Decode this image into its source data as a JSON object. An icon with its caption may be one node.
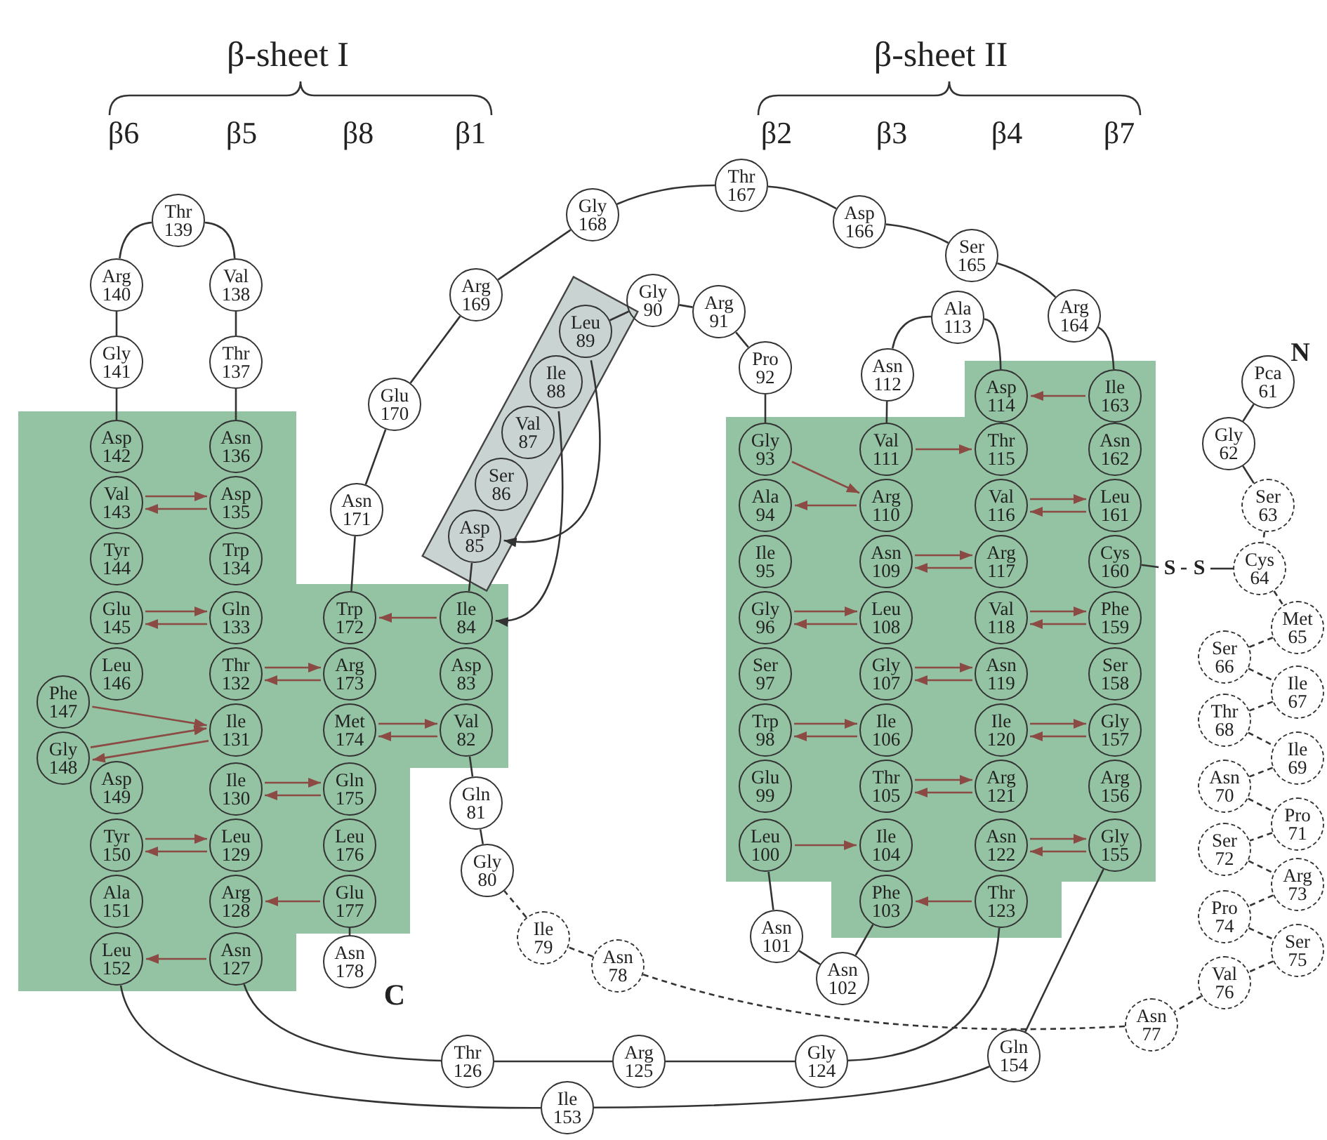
{
  "diagram": {
    "nodes": [
      {
        "text": [
          "Pca 61"
        ]
      },
      {
        "text": [
          "Gly 62"
        ]
      },
      {
        "text": [
          "Ser 63"
        ]
      },
      {
        "text": [
          "Cys 64"
        ]
      },
      {
        "text": [
          "Met 65"
        ]
      },
      {
        "text": [
          "Ser 66"
        ]
      },
      {
        "text": [
          "Ile 67"
        ]
      },
      {
        "text": [
          "Thr 68"
        ]
      },
      {
        "text": [
          "Ile 69"
        ]
      },
      {
        "text": [
          "Asn 70"
        ]
      },
      {
        "text": [
          "Pro 71"
        ]
      },
      {
        "text": [
          "Ser 72"
        ]
      },
      {
        "text": [
          "Arg 73"
        ]
      },
      {
        "text": [
          "Pro 74"
        ]
      },
      {
        "text": [
          "Ser 75"
        ]
      },
      {
        "text": [
          "Val 76"
        ]
      },
      {
        "text": [
          "Asn 77"
        ]
      },
      {
        "text": [
          "Asn 78"
        ]
      },
      {
        "text": [
          "Ile 79"
        ]
      },
      {
        "text": [
          "Gly 80"
        ]
      },
      {
        "text": [
          "Gln 81"
        ]
      },
      {
        "text": [
          "Val 82"
        ]
      },
      {
        "text": [
          "Asp 83"
        ]
      },
      {
        "text": [
          "Ile 84"
        ]
      },
      {
        "text": [
          "Asp 85"
        ]
      },
      {
        "text": [
          "Ser 86"
        ]
      },
      {
        "text": [
          "Val 87"
        ]
      },
      {
        "text": [
          "Ile 88"
        ]
      },
      {
        "text": [
          "Leu 89"
        ]
      },
      {
        "text": [
          "Gly 90"
        ]
      },
      {
        "text": [
          "Arg 91"
        ]
      },
      {
        "text": [
          "Pro 92"
        ]
      },
      {
        "text": [
          "Gly 93"
        ]
      },
      {
        "text": [
          "Ala 94"
        ]
      },
      {
        "text": [
          "Ile 95"
        ]
      },
      {
        "text": [
          "Gly 96"
        ]
      },
      {
        "text": [
          "Ser 97"
        ]
      },
      {
        "text": [
          "Trp 98"
        ]
      },
      {
        "text": [
          "Glu 99"
        ]
      },
      {
        "text": [
          "Leu 100"
        ]
      },
      {
        "text": [
          "Asn 101"
        ]
      },
      {
        "text": [
          "Asn 102"
        ]
      },
      {
        "text": [
          "Phe 103"
        ]
      },
      {
        "text": [
          "Ile 104"
        ]
      },
      {
        "text": [
          "Thr 105"
        ]
      },
      {
        "text": [
          "Ile 106"
        ]
      },
      {
        "text": [
          "Gly 107"
        ]
      },
      {
        "text": [
          "Leu 108"
        ]
      },
      {
        "text": [
          "Asn 109"
        ]
      },
      {
        "text": [
          "Arg 110"
        ]
      },
      {
        "text": [
          "Val 111"
        ]
      },
      {
        "text": [
          "Asn 112"
        ]
      },
      {
        "text": [
          "Ala 113"
        ]
      },
      {
        "text": [
          "Asp 114"
        ]
      },
      {
        "text": [
          "Thr 115"
        ]
      },
      {
        "text": [
          "Val 116"
        ]
      },
      {
        "text": [
          "Arg 117"
        ]
      },
      {
        "text": [
          "Val 118"
        ]
      },
      {
        "text": [
          "Asn 119"
        ]
      },
      {
        "text": [
          "Ile 120"
        ]
      },
      {
        "text": [
          "Arg 121"
        ]
      },
      {
        "text": [
          "Asn 122"
        ]
      },
      {
        "text": [
          "Thr 123"
        ]
      },
      {
        "text": [
          "Gly 124"
        ]
      },
      {
        "text": [
          "Arg 125"
        ]
      },
      {
        "text": [
          "Thr 126"
        ]
      },
      {
        "text": [
          "Asn 127"
        ]
      },
      {
        "text": [
          "Arg 128"
        ]
      },
      {
        "text": [
          "Leu 129"
        ]
      },
      {
        "text": [
          "Ile 130"
        ]
      },
      {
        "text": [
          "Ile 131"
        ]
      },
      {
        "text": [
          "Thr 132"
        ]
      },
      {
        "text": [
          "Gln 133"
        ]
      },
      {
        "text": [
          "Trp 134"
        ]
      },
      {
        "text": [
          "Asp 135"
        ]
      },
      {
        "text": [
          "Asn 136"
        ]
      },
      {
        "text": [
          "Thr 137"
        ]
      },
      {
        "text": [
          "Val 138"
        ]
      },
      {
        "text": [
          "Thr 139"
        ]
      },
      {
        "text": [
          "Arg 140"
        ]
      },
      {
        "text": [
          "Gly 141"
        ]
      },
      {
        "text": [
          "Asp 142"
        ]
      },
      {
        "text": [
          "Val 143"
        ]
      },
      {
        "text": [
          "Tyr 144"
        ]
      },
      {
        "text": [
          "Glu 145"
        ]
      },
      {
        "text": [
          "Leu 146"
        ]
      },
      {
        "text": [
          "Phe 147"
        ]
      },
      {
        "text": [
          "Gly 148"
        ]
      },
      {
        "text": [
          "Asp 149"
        ]
      },
      {
        "text": [
          "Tyr 150"
        ]
      },
      {
        "text": [
          "Ala 151"
        ]
      },
      {
        "text": [
          "Leu 152"
        ]
      },
      {
        "text": [
          "Ile 153"
        ]
      },
      {
        "text": [
          "Gln 154"
        ]
      },
      {
        "text": [
          "Gly 155"
        ]
      },
      {
        "text": [
          "Arg 156"
        ]
      },
      {
        "text": [
          "Gly 157"
        ]
      },
      {
        "text": [
          "Ser 158"
        ]
      },
      {
        "text": [
          "Phe 159"
        ]
      },
      {
        "text": [
          "Cys 160"
        ]
      },
      {
        "text": [
          "Leu 161"
        ]
      },
      {
        "text": [
          "Asn 162"
        ]
      },
      {
        "text": [
          "Ile 163"
        ]
      },
      {
        "text": [
          "Arg 164"
        ]
      },
      {
        "text": [
          "Ser 165"
        ]
      },
      {
        "text": [
          "Asp 166"
        ]
      },
      {
        "text": [
          "Thr 167"
        ]
      },
      {
        "text": [
          "Gly 168"
        ]
      },
      {
        "text": [
          "Arg 169"
        ]
      },
      {
        "text": [
          "Glu 170"
        ]
      },
      {
        "text": [
          "Asn 171"
        ]
      },
      {
        "text": [
          "Trp 172"
        ]
      },
      {
        "text": [
          "Arg 173"
        ]
      },
      {
        "text": [
          "Met 174"
        ]
      },
      {
        "text": [
          "Gln 175"
        ]
      },
      {
        "text": [
          "Leu 176"
        ]
      },
      {
        "text": [
          "Glu 177"
        ]
      },
      {
        "text": [
          "Asn 178"
        ]
      },
      {
        "text": [
          "S"
        ]
      },
      {
        "text": [
          "S"
        ]
      }
    ],
    "edges": [
      {
        "from": 0,
        "to": 1,
        "arrow": "none"
      },
      {
        "from": 1,
        "to": 2,
        "arrow": "none"
      },
      {
        "from": 2,
        "to": 3,
        "arrow": "none",
        "style": "dashed"
      },
      {
        "from": 3,
        "to": 4,
        "arrow": "none",
        "style": "dashed"
      },
      {
        "from": 4,
        "to": 5,
        "arrow": "none",
        "style": "dashed"
      },
      {
        "from": 5,
        "to": 6,
        "arrow": "none",
        "style": "dashed"
      },
      {
        "from": 6,
        "to": 7,
        "arrow": "none",
        "style": "dashed"
      },
      {
        "from": 7,
        "to": 8,
        "arrow": "none",
        "style": "dashed"
      },
      {
        "from": 8,
        "to": 9,
        "arrow": "none",
        "style": "dashed"
      },
      {
        "from": 9,
        "to": 10,
        "arrow": "none",
        "style": "dashed"
      },
      {
        "from": 10,
        "to": 11,
        "arrow": "none",
        "style": "dashed"
      },
      {
        "from": 11,
        "to": 12,
        "arrow": "none",
        "style": "dashed"
      },
      {
        "from": 12,
        "to": 13,
        "arrow": "none",
        "style": "dashed"
      },
      {
        "from": 13,
        "to": 14,
        "arrow": "none",
        "style": "dashed"
      },
      {
        "from": 14,
        "to": 15,
        "arrow": "none",
        "style": "dashed"
      },
      {
        "from": 15,
        "to": 16,
        "arrow": "none",
        "style": "dashed"
      },
      {
        "from": 16,
        "to": 17,
        "arrow": "none",
        "style": "dashed"
      },
      {
        "from": 17,
        "to": 18,
        "arrow": "none",
        "style": "dashed"
      },
      {
        "from": 18,
        "to": 19,
        "arrow": "none",
        "style": "dashed"
      },
      {
        "from": 19,
        "to": 20,
        "arrow": "none"
      },
      {
        "from": 20,
        "to": 21,
        "arrow": "none"
      },
      {
        "from": 23,
        "to": 24,
        "arrow": "none"
      },
      {
        "from": 28,
        "to": 29,
        "arrow": "none"
      },
      {
        "from": 29,
        "to": 30,
        "arrow": "none"
      },
      {
        "from": 30,
        "to": 31,
        "arrow": "none"
      },
      {
        "from": 31,
        "to": 32,
        "arrow": "none"
      },
      {
        "from": 39,
        "to": 40,
        "arrow": "none"
      },
      {
        "from": 40,
        "to": 41,
        "arrow": "none"
      },
      {
        "from": 41,
        "to": 42,
        "arrow": "none"
      },
      {
        "from": 50,
        "to": 51,
        "arrow": "none"
      },
      {
        "from": 51,
        "to": 52,
        "arrow": "none"
      },
      {
        "from": 52,
        "to": 53,
        "arrow": "none"
      },
      {
        "from": 62,
        "to": 63,
        "arrow": "none"
      },
      {
        "from": 63,
        "to": 64,
        "arrow": "none"
      },
      {
        "from": 64,
        "to": 65,
        "arrow": "none"
      },
      {
        "from": 65,
        "to": 66,
        "arrow": "none"
      },
      {
        "from": 75,
        "to": 76,
        "arrow": "none"
      },
      {
        "from": 76,
        "to": 77,
        "arrow": "none"
      },
      {
        "from": 77,
        "to": 78,
        "arrow": "none"
      },
      {
        "from": 78,
        "to": 79,
        "arrow": "none"
      },
      {
        "from": 79,
        "to": 80,
        "arrow": "none"
      },
      {
        "from": 80,
        "to": 81,
        "arrow": "none"
      },
      {
        "from": 91,
        "to": 92,
        "arrow": "none"
      },
      {
        "from": 92,
        "to": 93,
        "arrow": "none"
      },
      {
        "from": 93,
        "to": 94,
        "arrow": "none"
      },
      {
        "from": 102,
        "to": 103,
        "arrow": "none"
      },
      {
        "from": 103,
        "to": 104,
        "arrow": "none"
      },
      {
        "from": 104,
        "to": 105,
        "arrow": "none"
      },
      {
        "from": 105,
        "to": 106,
        "arrow": "none"
      },
      {
        "from": 106,
        "to": 107,
        "arrow": "none"
      },
      {
        "from": 107,
        "to": 108,
        "arrow": "none"
      },
      {
        "from": 108,
        "to": 109,
        "arrow": "none"
      },
      {
        "from": 109,
        "to": 110,
        "arrow": "none"
      },
      {
        "from": 110,
        "to": 111,
        "arrow": "none"
      },
      {
        "from": 116,
        "to": 117,
        "arrow": "none"
      },
      {
        "from": 82,
        "to": 74,
        "arrow": "to",
        "color": "#8c4a45"
      },
      {
        "from": 74,
        "to": 82,
        "arrow": "to",
        "color": "#8c4a45"
      },
      {
        "from": 84,
        "to": 72,
        "arrow": "to",
        "color": "#8c4a45"
      },
      {
        "from": 72,
        "to": 84,
        "arrow": "to",
        "color": "#8c4a45"
      },
      {
        "from": 71,
        "to": 112,
        "arrow": "to",
        "color": "#8c4a45"
      },
      {
        "from": 112,
        "to": 71,
        "arrow": "to",
        "color": "#8c4a45"
      },
      {
        "from": 86,
        "to": 70,
        "arrow": "to",
        "color": "#8c4a45"
      },
      {
        "from": 87,
        "to": 70,
        "arrow": "to",
        "color": "#8c4a45"
      },
      {
        "from": 70,
        "to": 87,
        "arrow": "to",
        "color": "#8c4a45"
      },
      {
        "from": 69,
        "to": 114,
        "arrow": "to",
        "color": "#8c4a45"
      },
      {
        "from": 114,
        "to": 69,
        "arrow": "to",
        "color": "#8c4a45"
      },
      {
        "from": 89,
        "to": 68,
        "arrow": "to",
        "color": "#8c4a45"
      },
      {
        "from": 68,
        "to": 89,
        "arrow": "to",
        "color": "#8c4a45"
      },
      {
        "from": 116,
        "to": 67,
        "arrow": "to",
        "color": "#8c4a45"
      },
      {
        "from": 66,
        "to": 91,
        "arrow": "to",
        "color": "#8c4a45"
      },
      {
        "from": 23,
        "to": 111,
        "arrow": "to",
        "color": "#8c4a45"
      },
      {
        "from": 113,
        "to": 21,
        "arrow": "to",
        "color": "#8c4a45"
      },
      {
        "from": 21,
        "to": 113,
        "arrow": "to",
        "color": "#8c4a45"
      },
      {
        "from": 32,
        "to": 49,
        "arrow": "to",
        "color": "#8c4a45"
      },
      {
        "from": 49,
        "to": 33,
        "arrow": "to",
        "color": "#8c4a45"
      },
      {
        "from": 50,
        "to": 54,
        "arrow": "to",
        "color": "#8c4a45"
      },
      {
        "from": 102,
        "to": 53,
        "arrow": "to",
        "color": "#8c4a45"
      },
      {
        "from": 55,
        "to": 100,
        "arrow": "to",
        "color": "#8c4a45"
      },
      {
        "from": 100,
        "to": 55,
        "arrow": "to",
        "color": "#8c4a45"
      },
      {
        "from": 48,
        "to": 56,
        "arrow": "to",
        "color": "#8c4a45"
      },
      {
        "from": 56,
        "to": 48,
        "arrow": "to",
        "color": "#8c4a45"
      },
      {
        "from": 35,
        "to": 47,
        "arrow": "to",
        "color": "#8c4a45"
      },
      {
        "from": 47,
        "to": 35,
        "arrow": "to",
        "color": "#8c4a45"
      },
      {
        "from": 57,
        "to": 98,
        "arrow": "to",
        "color": "#8c4a45"
      },
      {
        "from": 98,
        "to": 57,
        "arrow": "to",
        "color": "#8c4a45"
      },
      {
        "from": 46,
        "to": 58,
        "arrow": "to",
        "color": "#8c4a45"
      },
      {
        "from": 58,
        "to": 46,
        "arrow": "to",
        "color": "#8c4a45"
      },
      {
        "from": 37,
        "to": 45,
        "arrow": "to",
        "color": "#8c4a45"
      },
      {
        "from": 45,
        "to": 37,
        "arrow": "to",
        "color": "#8c4a45"
      },
      {
        "from": 59,
        "to": 96,
        "arrow": "to",
        "color": "#8c4a45"
      },
      {
        "from": 96,
        "to": 59,
        "arrow": "to",
        "color": "#8c4a45"
      },
      {
        "from": 44,
        "to": 60,
        "arrow": "to",
        "color": "#8c4a45"
      },
      {
        "from": 60,
        "to": 44,
        "arrow": "to",
        "color": "#8c4a45"
      },
      {
        "from": 39,
        "to": 43,
        "arrow": "to",
        "color": "#8c4a45"
      },
      {
        "from": 61,
        "to": 94,
        "arrow": "to",
        "color": "#8c4a45"
      },
      {
        "from": 94,
        "to": 61,
        "arrow": "to",
        "color": "#8c4a45"
      },
      {
        "from": 62,
        "to": 42,
        "arrow": "to",
        "color": "#8c4a45"
      },
      {
        "from": 28,
        "to": 24,
        "arrow": "to"
      },
      {
        "from": 27,
        "to": 23,
        "arrow": "to"
      },
      {
        "from": 99,
        "to": 118,
        "arrow": "none"
      },
      {
        "from": 118,
        "to": 119,
        "arrow": "none",
        "style": "dashed"
      },
      {
        "from": 119,
        "to": 3,
        "arrow": "none"
      }
    ],
    "labels": [
      "β-sheet I",
      "β-sheet II",
      "β6",
      "β5",
      "β8",
      "β1",
      "β2",
      "β3",
      "β4",
      "β7",
      "N",
      "C"
    ]
  }
}
